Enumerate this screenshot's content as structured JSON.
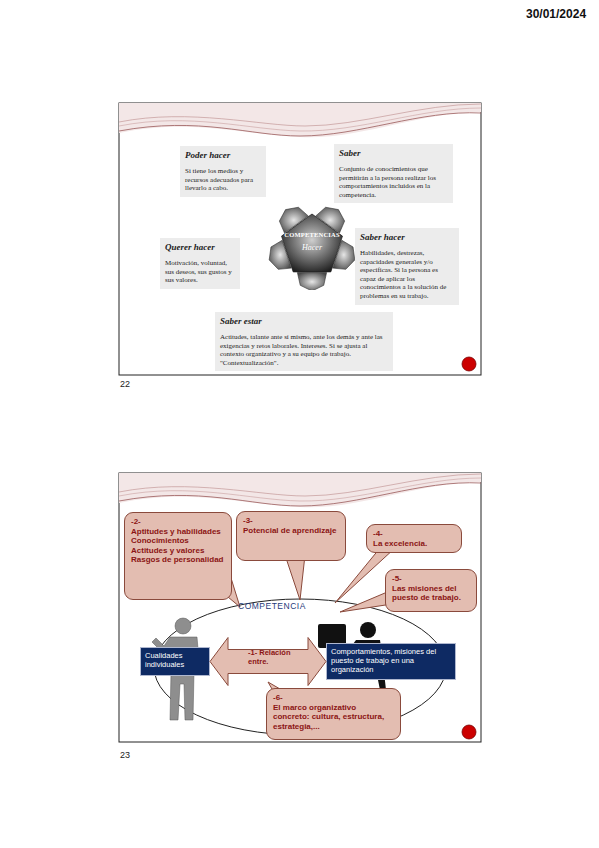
{
  "diagram": {
    "nodes": [
      {
        "text": [
          "Poder hacer",
          "Si tiene los medios y recursos adecuados para llevarlo a cabo."
        ]
      },
      {
        "text": [
          "Saber",
          "Conjunto de conocimientos que permitirán a la persona realizar los comportamientos incluidos en la competencia."
        ]
      },
      {
        "text": [
          "COMPETENCIAS",
          "Hacer"
        ]
      },
      {
        "text": [
          "Querer hacer",
          "Motivación, voluntad, sus deseos, sus gustos y sus valores."
        ]
      },
      {
        "text": [
          "Saber hacer",
          "Habilidades, destrezas, capacidades generales y/o específicas. Si la persona es capaz de aplicar los conocimientos a la solución de problemas en su trabajo."
        ]
      },
      {
        "text": [
          "Saber estar",
          "Actitudes, talante ante sí mismo, ante los demás y ante las exigencias y retos laborales. Intereses. Si se ajusta al contexto organizativo y a su equipo de trabajo. \"Contextualización\"."
        ]
      },
      {
        "text": [
          "-2-",
          "Aptitudes y habilidades",
          "Conocimientos",
          "Actitudes y valores",
          "Rasgos de personalidad"
        ]
      },
      {
        "text": [
          "-3-",
          "Potencial de aprendizaje"
        ]
      },
      {
        "text": [
          "-4-",
          "La excelencia."
        ]
      },
      {
        "text": [
          "-5-",
          "Las misiones del puesto de trabajo."
        ]
      },
      {
        "text": [
          "Cualidades individuales"
        ]
      },
      {
        "text": [
          "Comportamientos, misiones del puesto de trabajo en una organización"
        ]
      },
      {
        "text": [
          "-6-",
          "El marco organizativo concreto: cultura, estructura, estrategia,..."
        ]
      }
    ],
    "edges": [
      {
        "from": 10,
        "to": 11,
        "arrow": "both",
        "label": "-1- Relación entre."
      }
    ],
    "labels": [
      "30/01/2024",
      "22",
      "COMPETENCIA",
      "23"
    ]
  }
}
